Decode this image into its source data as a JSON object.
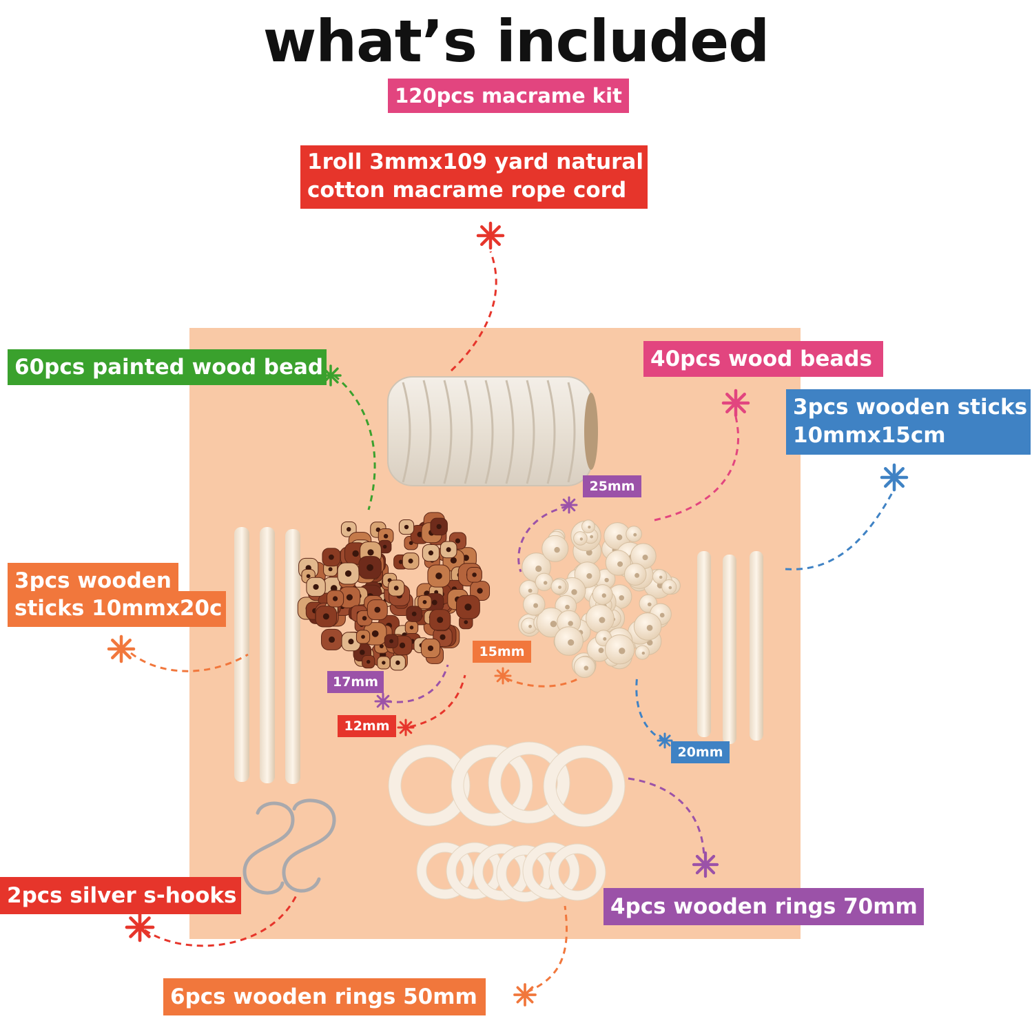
{
  "heading": {
    "title": "what’s included",
    "subtitle": "120pcs macrame kit"
  },
  "labels": {
    "rope": [
      "1roll 3mmx109 yard natural",
      "cotton macrame rope cord"
    ],
    "painted_beads": "60pcs painted wood bead",
    "wood_beads": "40pcs wood beads",
    "sticks_15": [
      "3pcs wooden sticks",
      "10mmx15cm"
    ],
    "sticks_20": [
      "3pcs wooden",
      "sticks 10mmx20c"
    ],
    "hooks": "2pcs silver s-hooks",
    "rings_70": "4pcs wooden rings 70mm",
    "rings_50": "6pcs wooden rings 50mm",
    "size_25": "25mm",
    "size_17": "17mm",
    "size_15": "15mm",
    "size_12": "12mm",
    "size_20": "20mm"
  },
  "colors": {
    "pink": "#e2457f",
    "red": "#e6352b",
    "green": "#3aa12d",
    "blue": "#3f82c4",
    "orange": "#f1773c",
    "purple": "#9b52a8",
    "mat": "#f9c9a6"
  }
}
